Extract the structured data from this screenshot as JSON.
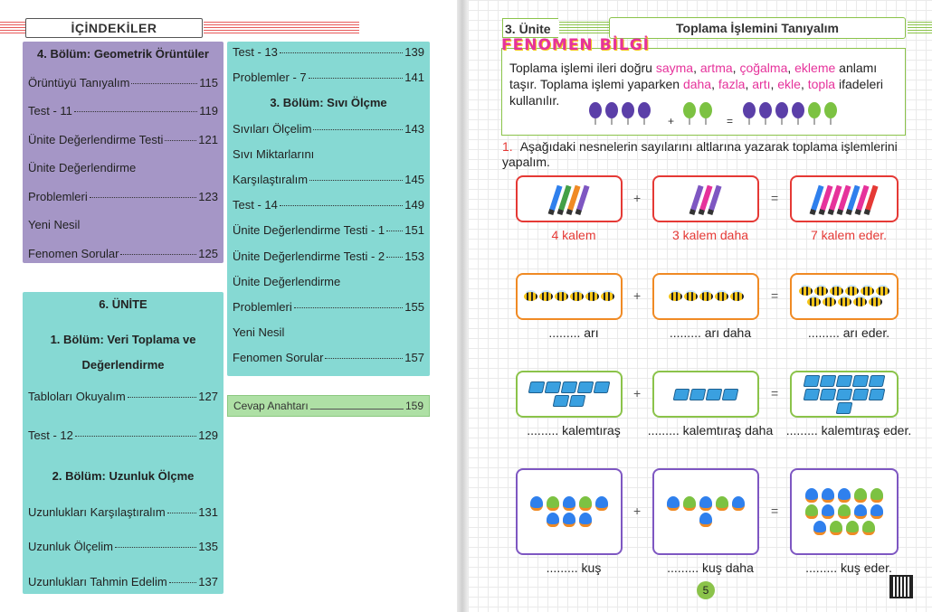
{
  "left": {
    "toc_title": "İÇİNDEKİLER",
    "col1": [
      {
        "text": "4. Bölüm: Geometrik Örüntüler",
        "page": "",
        "center": true
      },
      {
        "text": "Örüntüyü Tanıyalım",
        "page": "115"
      },
      {
        "text": "Test - 11",
        "page": "119"
      },
      {
        "text": "Ünite Değerlendirme Testi",
        "page": "121"
      },
      {
        "text": "Ünite Değerlendirme",
        "page": "",
        "plain": true
      },
      {
        "text": "Problemleri",
        "page": "123"
      },
      {
        "text": "Yeni Nesil",
        "page": "",
        "plain": true
      },
      {
        "text": "Fenomen Sorular",
        "page": "125"
      }
    ],
    "col2": [
      {
        "text": "Test - 13",
        "page": "139"
      },
      {
        "text": "Problemler - 7",
        "page": "141"
      },
      {
        "text": "3. Bölüm: Sıvı Ölçme",
        "page": "",
        "center": true
      },
      {
        "text": "Sıvıları Ölçelim",
        "page": "143"
      },
      {
        "text": "Sıvı Miktarlarını",
        "page": "",
        "plain": true
      },
      {
        "text": "Karşılaştıralım",
        "page": "145"
      },
      {
        "text": "Test - 14",
        "page": "149"
      },
      {
        "text": "Ünite Değerlendirme Testi - 1",
        "page": "151"
      },
      {
        "text": "Ünite Değerlendirme Testi - 2",
        "page": "153"
      },
      {
        "text": "Ünite Değerlendirme",
        "page": "",
        "plain": true
      },
      {
        "text": "Problemleri",
        "page": "155"
      },
      {
        "text": "Yeni Nesil",
        "page": "",
        "plain": true
      },
      {
        "text": "Fenomen Sorular",
        "page": "157"
      }
    ],
    "col3": [
      {
        "text": "6. ÜNİTE",
        "page": "",
        "center": true
      },
      {
        "text": "1. Bölüm: Veri Toplama ve",
        "page": "",
        "center": true
      },
      {
        "text": "Değerlendirme",
        "page": "",
        "center": true
      },
      {
        "text": "Tabloları Okuyalım",
        "page": "127"
      },
      {
        "text": "Test - 12",
        "page": "129"
      },
      {
        "text": "2. Bölüm: Uzunluk Ölçme",
        "page": "",
        "center": true
      },
      {
        "text": "Uzunlukları Karşılaştıralım",
        "page": "131"
      },
      {
        "text": "Uzunluk Ölçelim",
        "page": "135"
      },
      {
        "text": "Uzunlukları Tahmin Edelim",
        "page": "137"
      }
    ],
    "cevap": {
      "text": "Cevap Anahtarı",
      "page": "159"
    }
  },
  "right": {
    "unite": "3. Ünite",
    "title": "Toplama İşlemini Tanıyalım",
    "fenomen": "FENOMEN BİLGİ",
    "info_parts": [
      {
        "t": "Toplama işlemi ileri doğru ",
        "k": false
      },
      {
        "t": "sayma",
        "k": true
      },
      {
        "t": ", ",
        "k": false
      },
      {
        "t": "artma",
        "k": true
      },
      {
        "t": ", ",
        "k": false
      },
      {
        "t": "çoğalma",
        "k": true
      },
      {
        "t": ", ",
        "k": false
      },
      {
        "t": "ekleme",
        "k": true
      },
      {
        "t": " anlamı taşır. Toplama işlemi yaparken ",
        "k": false
      },
      {
        "t": "daha",
        "k": true
      },
      {
        "t": ", ",
        "k": false
      },
      {
        "t": "fazla",
        "k": true
      },
      {
        "t": ", ",
        "k": false
      },
      {
        "t": "artı",
        "k": true
      },
      {
        "t": ", ",
        "k": false
      },
      {
        "t": "ekle",
        "k": true
      },
      {
        "t": ", ",
        "k": false
      },
      {
        "t": "topla",
        "k": true
      },
      {
        "t": " ifadeleri kullanılır.",
        "k": false
      }
    ],
    "question_number": "1.",
    "question": "Aşağıdaki nesnelerin sayılarını altlarına yazarak toplama işlemlerini yapalım.",
    "plus": "+",
    "equals": "=",
    "rows": [
      {
        "labels": [
          "4 kalem",
          "3 kalem daha",
          "7 kalem eder."
        ],
        "color": "#e53935",
        "item": "pencil",
        "counts": [
          4,
          3,
          7
        ],
        "red": true
      },
      {
        "labels": [
          "......... arı",
          "......... arı daha",
          "......... arı eder."
        ],
        "color": "#f08a24",
        "item": "bee",
        "counts": [
          6,
          5,
          11
        ]
      },
      {
        "labels": [
          "......... kalemtıraş",
          "......... kalemtıraş daha",
          "......... kalemtıraş eder."
        ],
        "color": "#8bc34a",
        "item": "sharpener",
        "counts": [
          7,
          4,
          11
        ]
      },
      {
        "labels": [
          "......... kuş",
          "......... kuş daha",
          "......... kuş eder."
        ],
        "color": "#7e57c2",
        "item": "bird",
        "counts": [
          8,
          6,
          14
        ]
      }
    ],
    "page_number": "5",
    "colors": {
      "accent_green": "#8bc34a",
      "pink": "#e6329b",
      "red": "#e53935"
    }
  }
}
